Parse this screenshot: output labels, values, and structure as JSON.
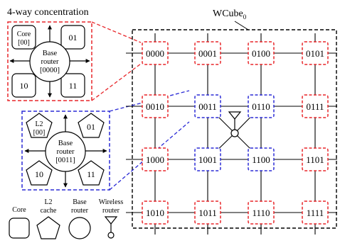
{
  "title": "4-way concentration",
  "wcube_label": "WCube",
  "wcube_subscript": "0",
  "detail_core": {
    "corner_label_line1": "Core",
    "corner_label_line2": "[00]",
    "corners": [
      "01",
      "10",
      "11"
    ],
    "router_line1": "Base",
    "router_line2": "router",
    "router_line3": "[0000]"
  },
  "detail_l2": {
    "corner_label_line1": "L2",
    "corner_label_line2": "[00]",
    "corners": [
      "01",
      "10",
      "11"
    ],
    "router_line1": "Base",
    "router_line2": "router",
    "router_line3": "[0011]"
  },
  "legend": [
    {
      "line1": "Core",
      "line2": ""
    },
    {
      "line1": "L2",
      "line2": "cache"
    },
    {
      "line1": "Base",
      "line2": "router"
    },
    {
      "line1": "Wireless",
      "line2": "router"
    }
  ],
  "grid": {
    "rows": [
      [
        "0000",
        "0001",
        "0100",
        "0101"
      ],
      [
        "0010",
        "0011",
        "0110",
        "0111"
      ],
      [
        "1000",
        "1001",
        "1100",
        "1101"
      ],
      [
        "1010",
        "1011",
        "1110",
        "1111"
      ]
    ],
    "blue_nodes": [
      "0011",
      "0110",
      "1001",
      "1100"
    ],
    "colors": {
      "red": "#e8262a",
      "blue": "#2b2bd6",
      "black": "#000000"
    }
  }
}
